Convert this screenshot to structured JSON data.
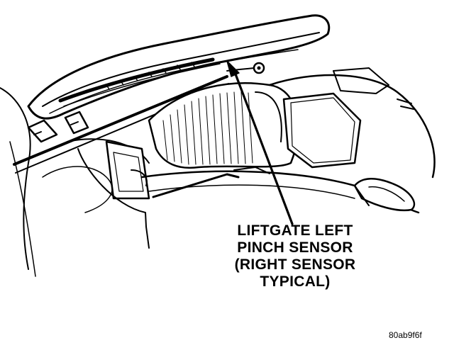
{
  "callout": {
    "lines": [
      "LIFTGATE LEFT",
      "PINCH SENSOR",
      "(RIGHT SENSOR",
      "TYPICAL)"
    ]
  },
  "figure_id": "80ab9f6f",
  "colors": {
    "ink": "#000000",
    "paper": "#ffffff"
  }
}
